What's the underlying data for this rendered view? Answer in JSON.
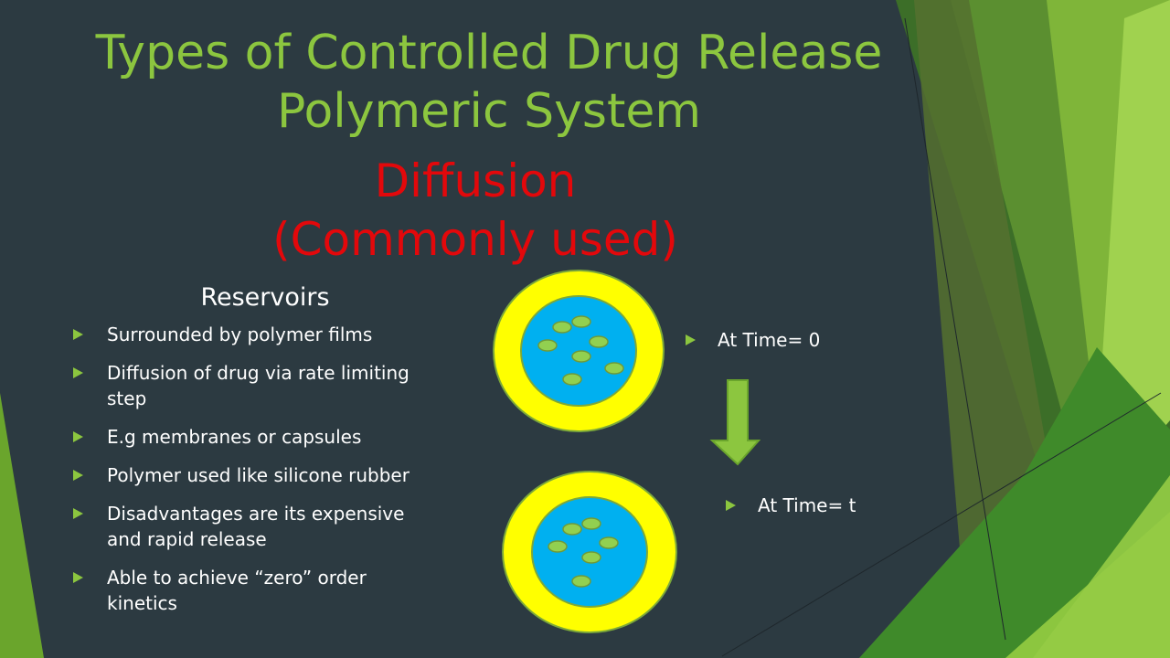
{
  "slide": {
    "title_line1": "Types of Controlled Drug Release",
    "title_line2": "Polymeric System",
    "subtitle_line1": "Diffusion",
    "subtitle_line2": "(Commonly used)",
    "section_heading": "Reservoirs",
    "bullets": [
      {
        "line1": "Surrounded by polymer films"
      },
      {
        "line1": "Diffusion of drug via rate limiting",
        "line2": "step"
      },
      {
        "line1": "E.g membranes or capsules"
      },
      {
        "line1": "Polymer used like silicone rubber"
      },
      {
        "line1": "Disadvantages are its expensive",
        "line2": "and rapid release"
      },
      {
        "line1": "Able to achieve “zero” order",
        "line2": "kinetics"
      }
    ]
  },
  "diagram": {
    "label_time_zero": "At Time= 0",
    "label_time_t": "At Time= t",
    "colors": {
      "shell": "#ffff00",
      "core": "#00b0f0",
      "particle": "#92d050",
      "arrow": "#8cc63f",
      "outline": "#7ca83a"
    }
  },
  "theme": {
    "background": "#2c3a41",
    "title_color": "#8cc63f",
    "subtitle_color": "#e3080b",
    "accent_greens": [
      "#3f7a2a",
      "#6aa52c",
      "#8cc63f",
      "#a7d65a"
    ]
  }
}
